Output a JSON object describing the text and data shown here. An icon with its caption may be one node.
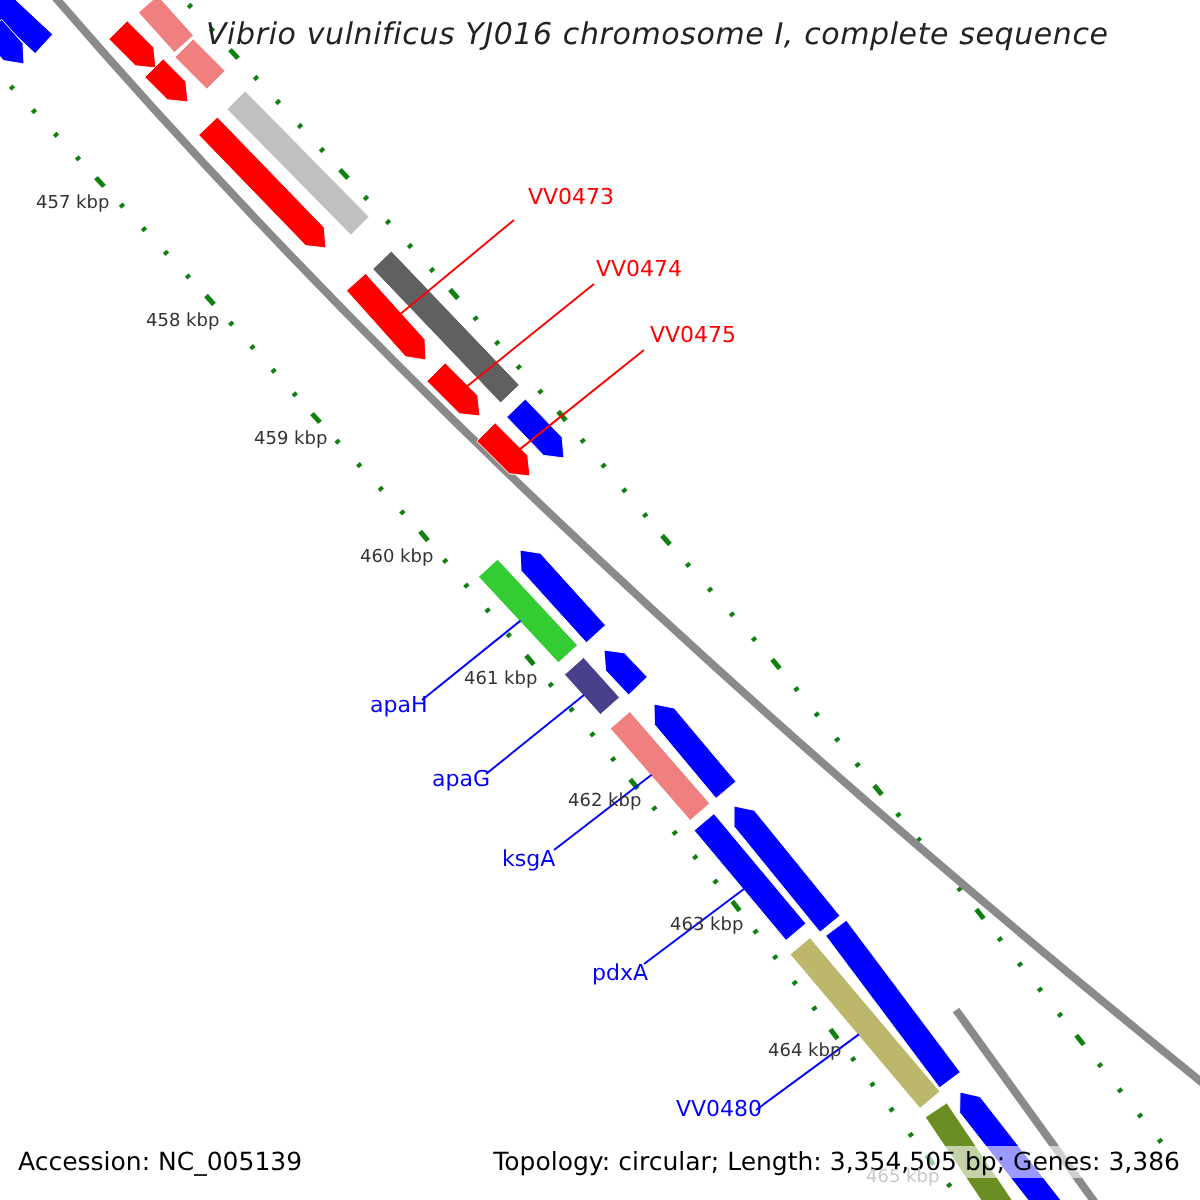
{
  "diagram": {
    "title": "Vibrio vulnificus YJ016 chromosome I, complete sequence",
    "nodes": [
      {
        "text": [
          "VV0473"
        ]
      },
      {
        "text": [
          "VV0474"
        ]
      },
      {
        "text": [
          "VV0475"
        ]
      },
      {
        "text": [
          "apaH"
        ]
      },
      {
        "text": [
          "apaG"
        ]
      },
      {
        "text": [
          "ksgA"
        ]
      },
      {
        "text": [
          "pdxA"
        ]
      },
      {
        "text": [
          "VV0480"
        ]
      },
      {
        "text": [],
        "shape": "bar"
      },
      {
        "text": [],
        "shape": "bar"
      },
      {
        "text": [],
        "shape": "bar"
      },
      {
        "text": [],
        "shape": "bar"
      },
      {
        "text": [],
        "shape": "bar"
      },
      {
        "text": [],
        "shape": "bar"
      },
      {
        "text": [],
        "shape": "bar"
      },
      {
        "text": [],
        "shape": "bar"
      },
      {
        "text": [],
        "shape": "bar"
      },
      {
        "text": [],
        "shape": "bar"
      },
      {
        "text": [],
        "shape": "bar"
      },
      {
        "text": [],
        "shape": "bar"
      },
      {
        "text": [],
        "shape": "bar"
      },
      {
        "text": [],
        "shape": "bar"
      },
      {
        "text": [],
        "shape": "bar"
      },
      {
        "text": [],
        "shape": "bar"
      },
      {
        "text": [],
        "shape": "bar"
      },
      {
        "text": [],
        "shape": "bar"
      },
      {
        "text": [],
        "shape": "bar"
      },
      {
        "text": [],
        "shape": "bar"
      },
      {
        "text": [],
        "shape": "bar"
      },
      {
        "text": [],
        "shape": "bar"
      },
      {
        "text": [],
        "shape": "bar"
      },
      {
        "text": [],
        "shape": "bar"
      },
      {
        "text": [],
        "shape": "bar"
      }
    ],
    "edges": [
      {
        "from": 0,
        "to": 8,
        "arrow": "none",
        "color": "#ff0000"
      },
      {
        "from": 1,
        "to": 9,
        "arrow": "none",
        "color": "#ff0000"
      },
      {
        "from": 2,
        "to": 10,
        "arrow": "none",
        "color": "#ff0000"
      },
      {
        "from": 3,
        "to": 11,
        "arrow": "none"
      },
      {
        "from": 4,
        "to": 12,
        "arrow": "none"
      },
      {
        "from": 5,
        "to": 13,
        "arrow": "none"
      },
      {
        "from": 6,
        "to": 14,
        "arrow": "none"
      },
      {
        "from": 7,
        "to": 15,
        "arrow": "none"
      }
    ],
    "labels": [
      "457 kbp",
      "458 kbp",
      "459 kbp",
      "460 kbp",
      "461 kbp",
      "462 kbp",
      "463 kbp",
      "464 kbp",
      "Accession: NC_005139",
      "Topology: circular; Length: 3,354,505 bp; Genes: 3,386",
      "465 kbp"
    ]
  }
}
